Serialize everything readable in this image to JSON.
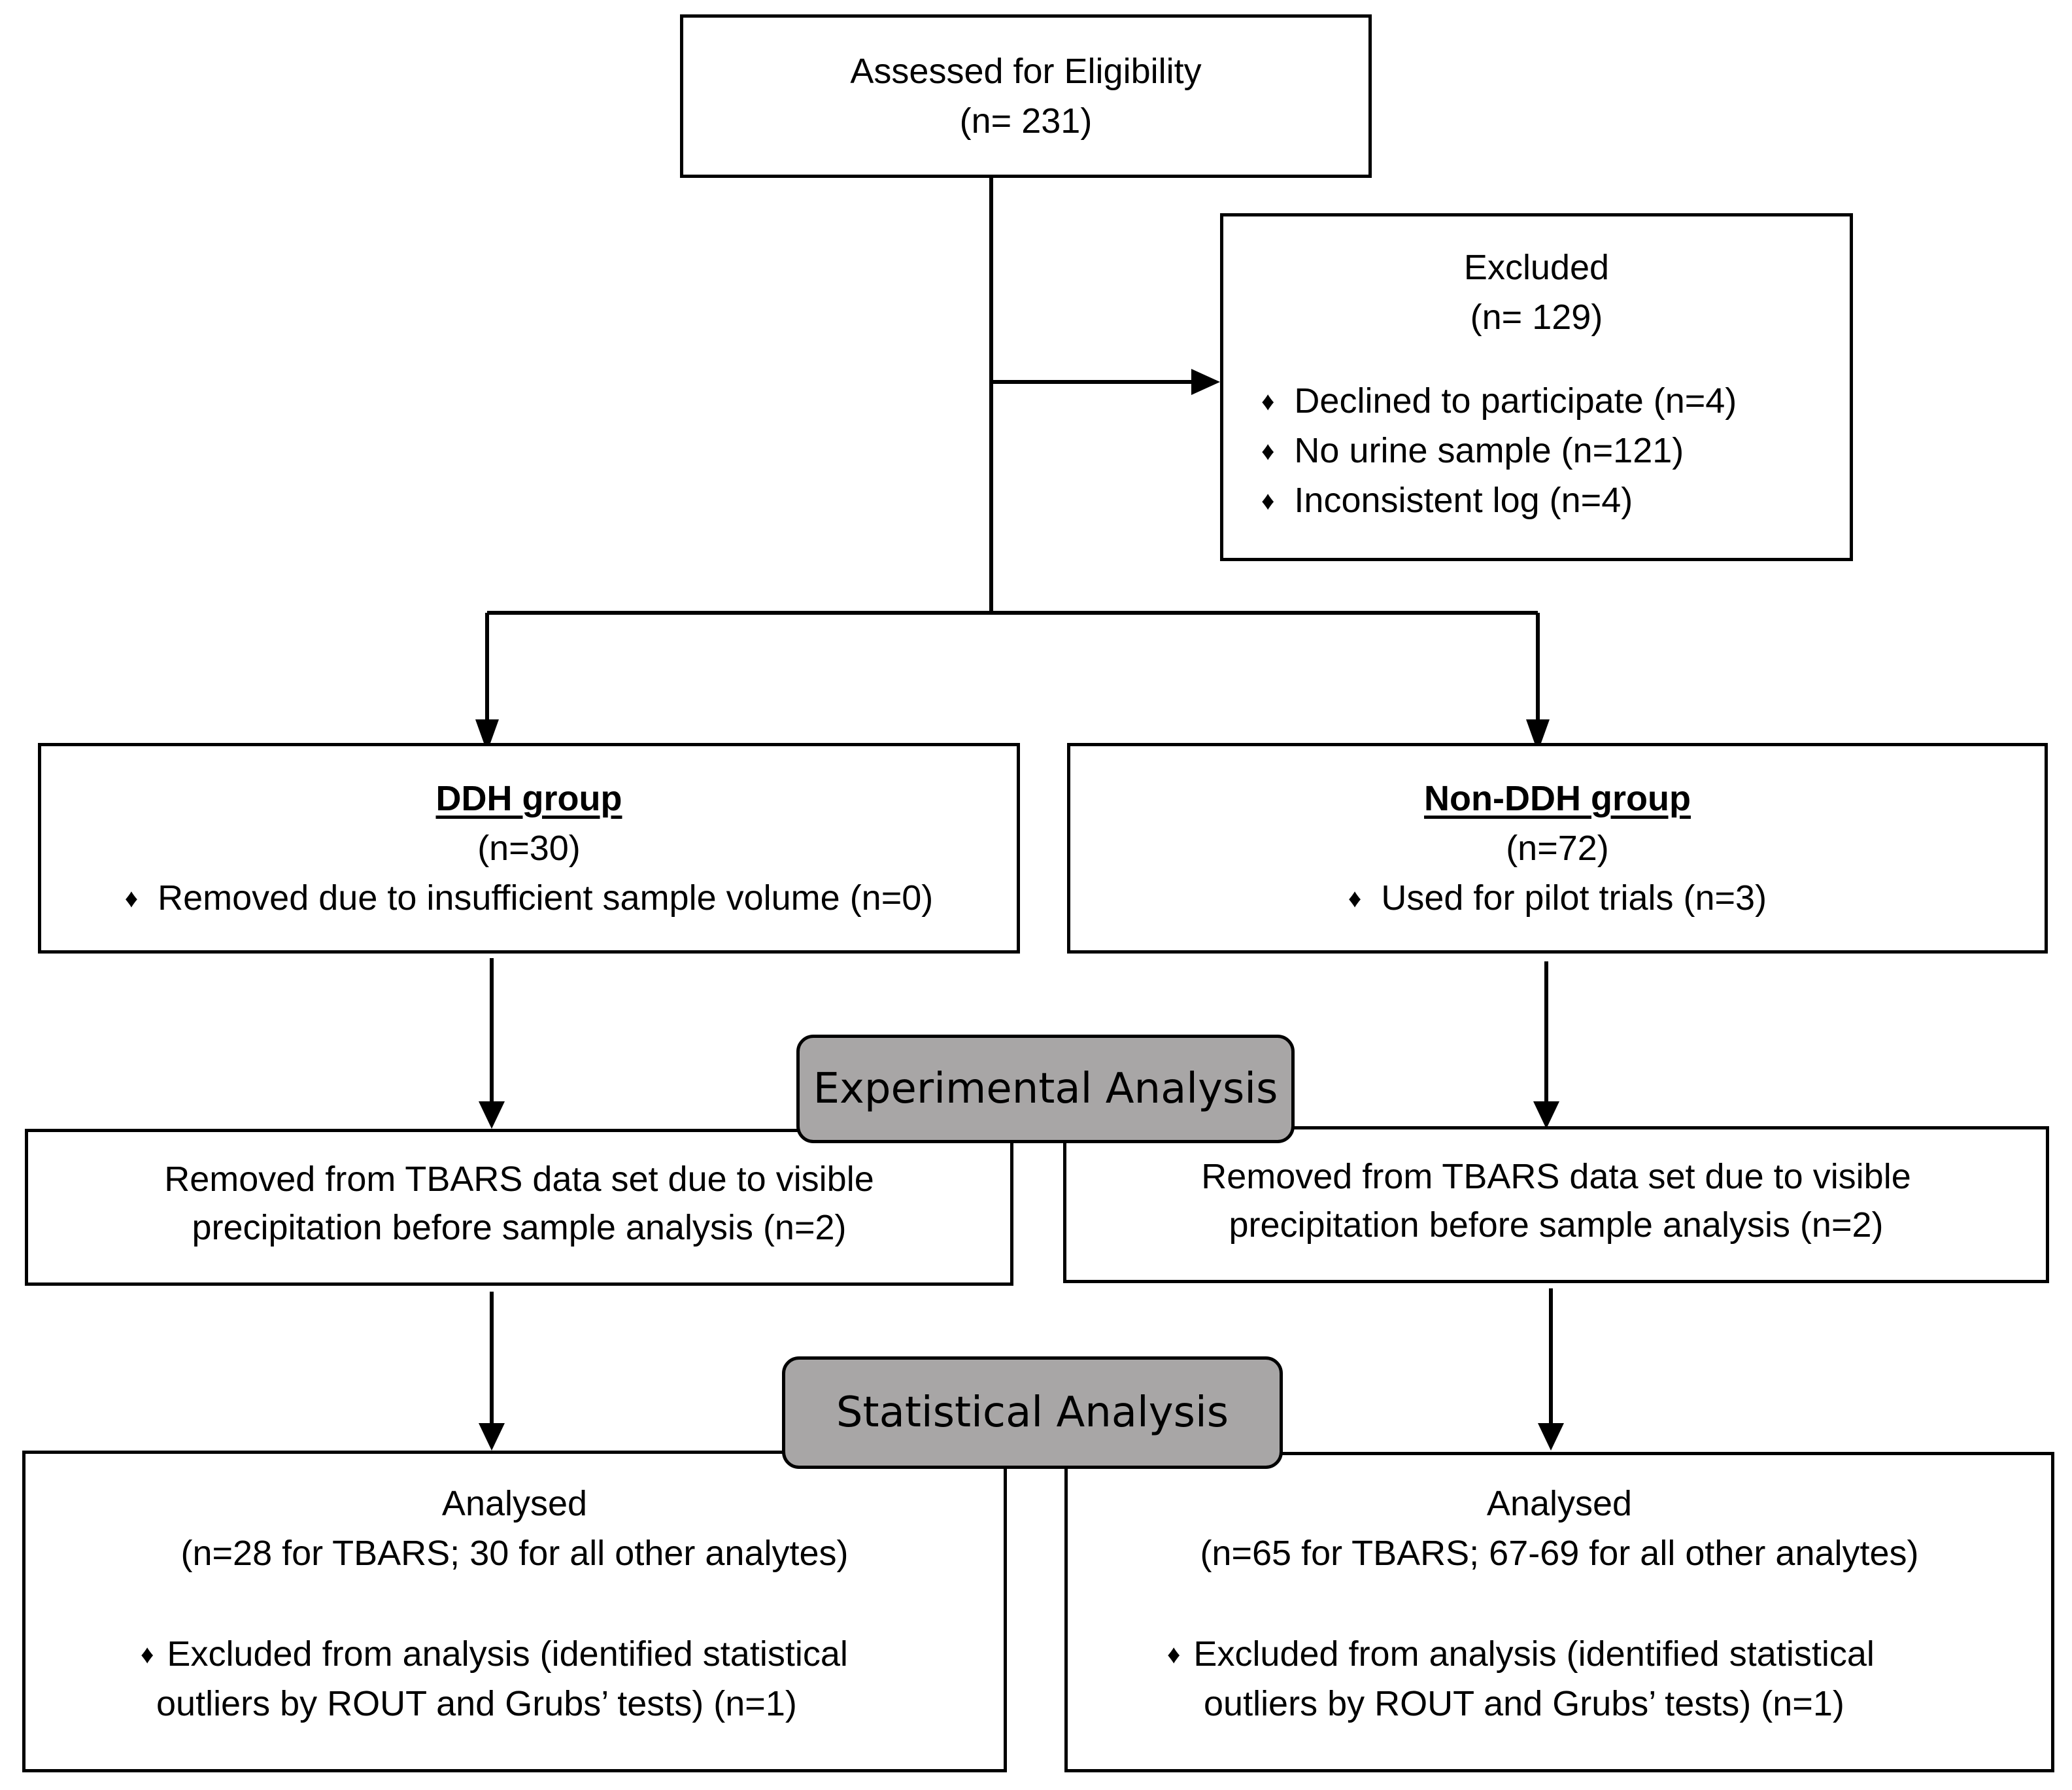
{
  "eligibility": {
    "title": "Assessed for Eligibility",
    "count": "(n= 231)"
  },
  "excluded": {
    "title": "Excluded",
    "count": "(n= 129)",
    "reasons": [
      "Declined to participate (n=4)",
      "No urine sample (n=121)",
      "Inconsistent log (n=4)"
    ]
  },
  "ddh_group": {
    "title": "DDH group",
    "count": "(n=30)",
    "note": "Removed due to insufficient sample volume (n=0)"
  },
  "non_ddh_group": {
    "title": "Non-DDH group",
    "count": "(n=72)",
    "note": "Used for pilot trials (n=3)"
  },
  "stages": {
    "experimental": "Experimental Analysis",
    "statistical": "Statistical Analysis"
  },
  "ddh_tbars": {
    "line1": "Removed from TBARS data set due to visible",
    "line2": "precipitation before sample analysis (n=2)"
  },
  "non_ddh_tbars": {
    "line1": "Removed from TBARS data set due to visible",
    "line2": "precipitation before sample analysis (n=2)"
  },
  "ddh_analysed": {
    "title": "Analysed",
    "count": "(n=28 for TBARS; 30 for all other analytes)",
    "note_line1": "Excluded from analysis (identified statistical",
    "note_line2": "outliers by ROUT and Grubs’ tests) (n=1)"
  },
  "non_ddh_analysed": {
    "title": "Analysed",
    "count": "(n=65 for TBARS; 67-69 for all other analytes)",
    "note_line1": "Excluded from analysis (identified statistical",
    "note_line2": "outliers by ROUT and Grubs’ tests) (n=1)"
  },
  "bullet_glyph": "♦"
}
